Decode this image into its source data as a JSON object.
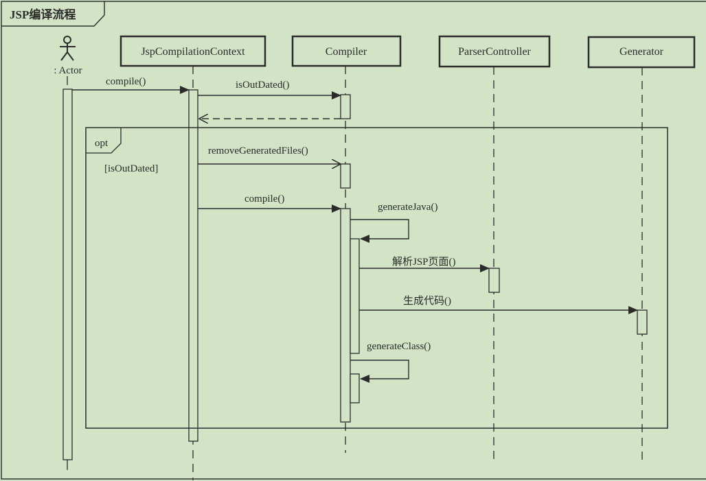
{
  "frame": {
    "title": "JSP编译流程"
  },
  "actor": {
    "label": ": Actor"
  },
  "lifelines": [
    {
      "id": "ctx",
      "label": "JspCompilationContext"
    },
    {
      "id": "compiler",
      "label": "Compiler"
    },
    {
      "id": "parser",
      "label": "ParserController"
    },
    {
      "id": "generator",
      "label": "Generator"
    }
  ],
  "messages": [
    {
      "label": "compile()",
      "from": "actor",
      "to": "ctx",
      "type": "sync"
    },
    {
      "label": "isOutDated()",
      "from": "ctx",
      "to": "compiler",
      "type": "sync"
    },
    {
      "label": "",
      "from": "compiler",
      "to": "ctx",
      "type": "return"
    },
    {
      "label": "removeGeneratedFiles()",
      "from": "ctx",
      "to": "compiler",
      "type": "async"
    },
    {
      "label": "compile()",
      "from": "ctx",
      "to": "compiler",
      "type": "sync"
    },
    {
      "label": "generateJava()",
      "from": "compiler",
      "to": "compiler",
      "type": "self"
    },
    {
      "label": "解析JSP页面()",
      "from": "compiler",
      "to": "parser",
      "type": "sync"
    },
    {
      "label": "生成代码()",
      "from": "compiler",
      "to": "generator",
      "type": "sync"
    },
    {
      "label": "generateClass()",
      "from": "compiler",
      "to": "compiler",
      "type": "self"
    }
  ],
  "fragment": {
    "operator": "opt",
    "guard": "[isOutDated]"
  },
  "colors": {
    "background": "#d2e3c6",
    "line": "#2b2b2b"
  }
}
